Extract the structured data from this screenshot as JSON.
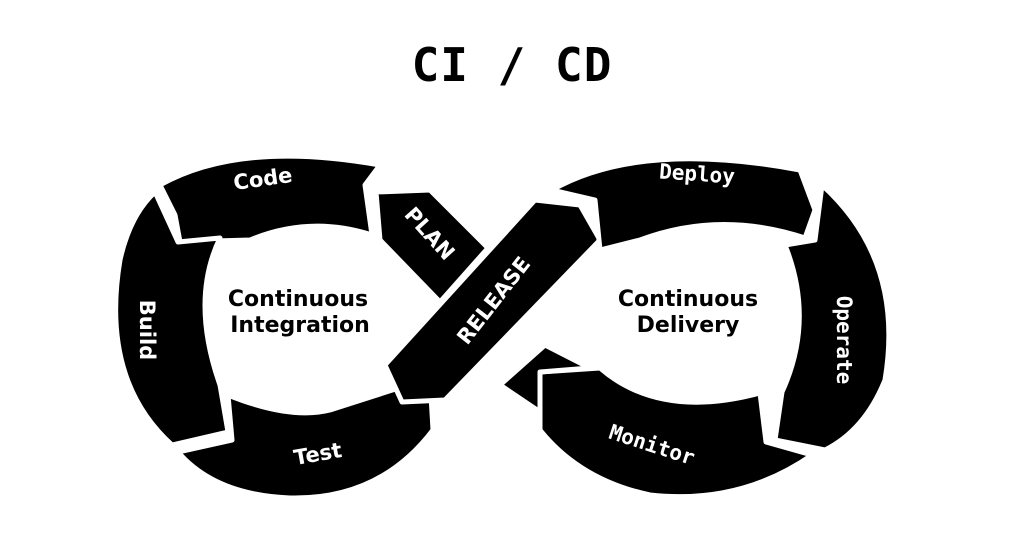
{
  "title": "CI / CD",
  "left_loop": {
    "center_line1": "Continuous",
    "center_line2": "Integration",
    "stages": [
      "Code",
      "Build",
      "Test",
      "PLAN"
    ]
  },
  "crossing": {
    "label": "RELEASE"
  },
  "right_loop": {
    "center_line1": "Continuous",
    "center_line2": "Delivery",
    "stages": [
      "Deploy",
      "Operate",
      "Monitor"
    ]
  },
  "colors": {
    "foreground": "#000000",
    "background": "#ffffff"
  }
}
